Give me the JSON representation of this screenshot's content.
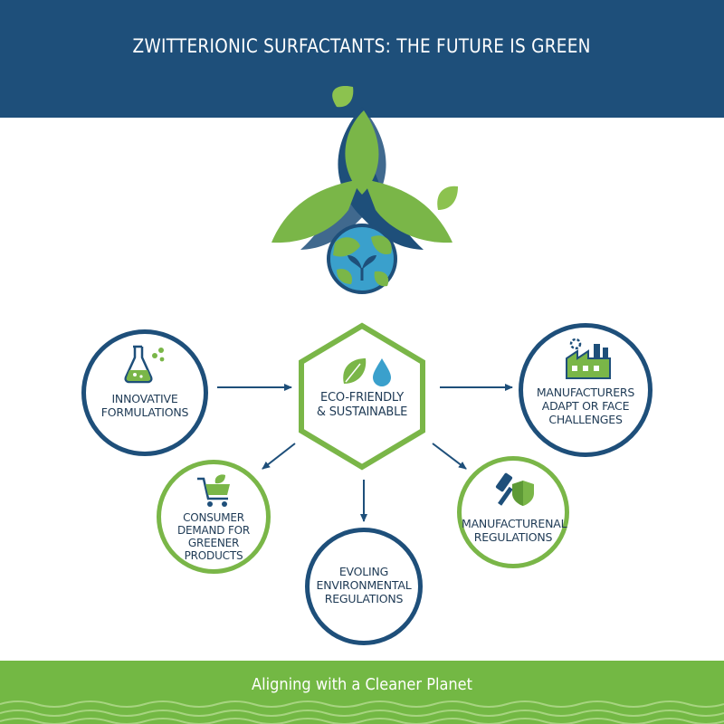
{
  "header": {
    "title": "ZWITTERIONIC SURFACTANTS: THE FUTURE IS GREEN"
  },
  "center": {
    "label": "ECO-FRIENDLY\n& SUSTAINABLE",
    "icons": [
      "leaf-icon",
      "water-drop-icon"
    ]
  },
  "nodes": {
    "innovative": {
      "label": "INNOVATIVE\nFORMULATIONS",
      "icon": "flask-icon"
    },
    "manufacturers": {
      "label": "MANUFACTURERS\nADAPT OR FACE\nCHALLENGES",
      "icon": "factory-icon"
    },
    "consumer": {
      "label": "CONSUMER\nDEMAND FOR GREENER\nPRODUCTS",
      "icon": "shopping-cart-icon"
    },
    "regulations": {
      "label": "EVOLING\nENVIRONMENTAL\nREGULATIONS"
    },
    "manufacturenal": {
      "label": "MANUFACTURENAL\nREGULATIONS",
      "icon": "gavel-shield-icon"
    }
  },
  "footer": {
    "tagline": "Aligning with a Cleaner Planet"
  },
  "colors": {
    "navy": "#1e4f7a",
    "green": "#7ab648",
    "footer_green": "#73b844",
    "text": "#1e3a55",
    "earth_blue": "#3aa0cc"
  }
}
